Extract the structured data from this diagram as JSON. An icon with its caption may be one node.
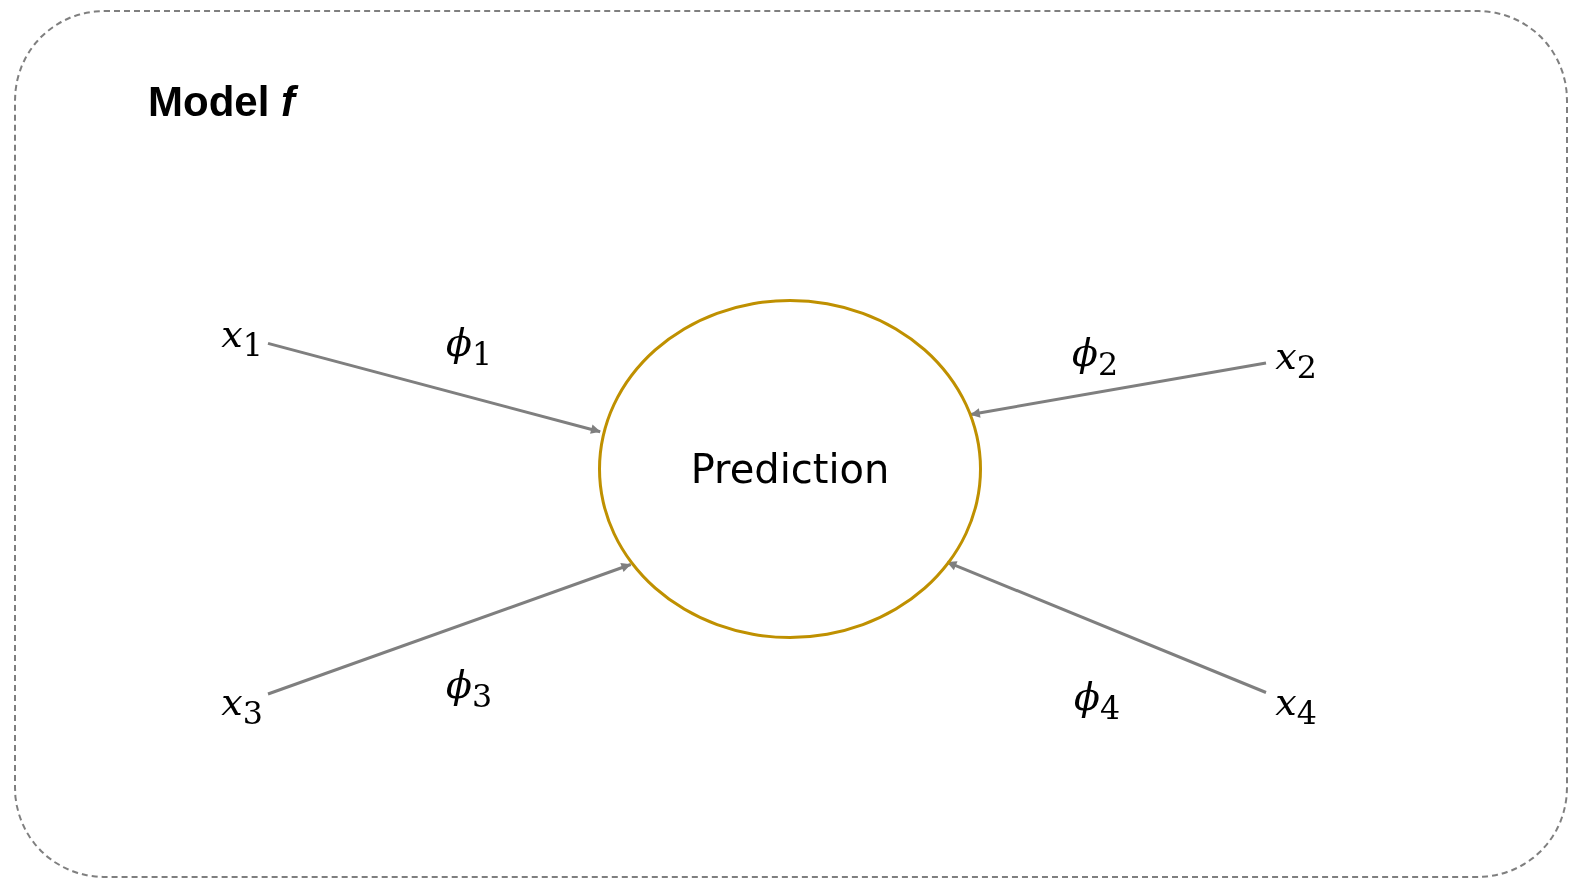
{
  "diagram": {
    "nodes": [
      {
        "text": [
          "Model *f*"
        ]
      },
      {
        "text": [
          "*x*$_{1}$"
        ],
        "in": 0
      },
      {
        "text": [
          "Prediction"
        ],
        "in": 0
      },
      {
        "text": [
          "*x*$_{2}$"
        ],
        "in": 0
      },
      {
        "text": [
          "*x*$_{3}$"
        ],
        "in": 0
      },
      {
        "text": [
          "*x*$_{4}$"
        ],
        "in": 0
      }
    ],
    "edges": [
      {
        "from": 1,
        "to": 2,
        "arrow": "to",
        "label": "*ϕ*$_{1}$"
      },
      {
        "from": 3,
        "to": 2,
        "arrow": "to",
        "label": "*ϕ*$_{2}$"
      },
      {
        "from": 4,
        "to": 2,
        "arrow": "to",
        "label": "*ϕ*$_{3}$"
      },
      {
        "from": 5,
        "to": 2,
        "arrow": "to",
        "label": "*ϕ*$_{4}$"
      }
    ]
  }
}
